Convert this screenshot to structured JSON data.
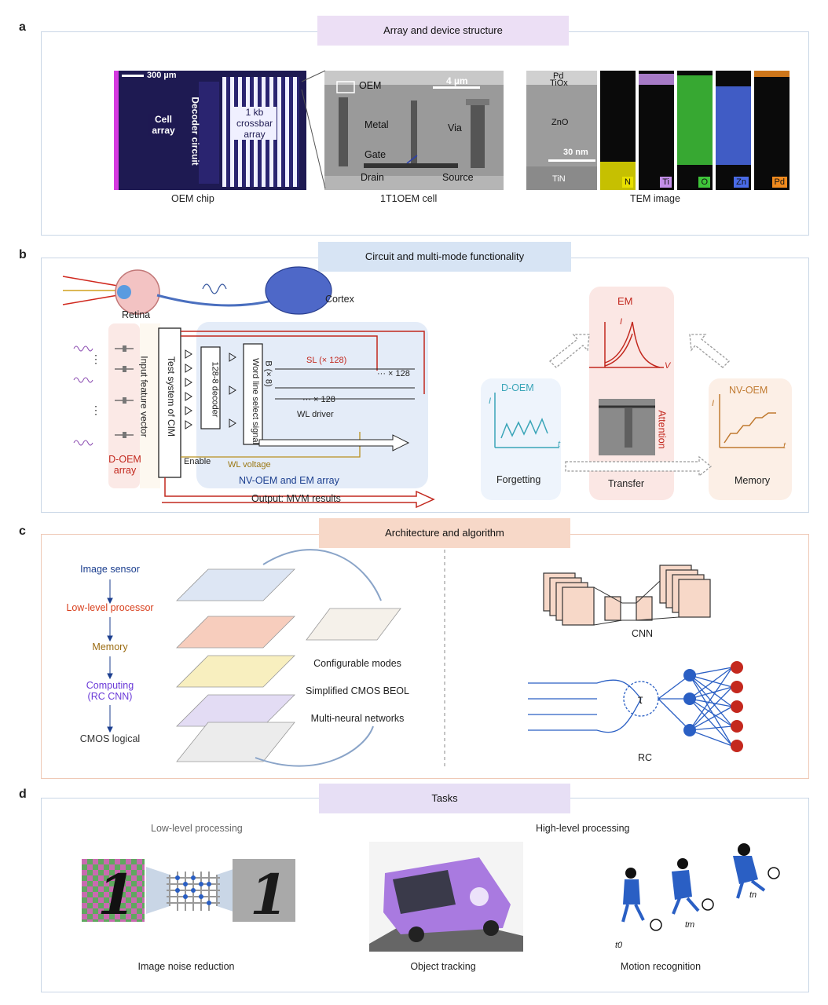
{
  "panels": {
    "a": {
      "letter": "a",
      "title": "Array and device structure",
      "chip": {
        "scale_bar": "300 µm",
        "cell_array": "Cell array",
        "decoder": "Decoder circuit",
        "crossbar": "1 kb crossbar array",
        "caption": "OEM chip"
      },
      "cell": {
        "scale_bar": "4 µm",
        "oem": "OEM",
        "metal": "Metal",
        "via": "Via",
        "gate": "Gate",
        "drain": "Drain",
        "source": "Source",
        "caption": "1T1OEM cell"
      },
      "tem": {
        "pd": "Pd",
        "tiox": "TiOx",
        "zno": "ZnO",
        "scale_bar": "30 nm",
        "tin": "TiN",
        "maps": [
          "N",
          "Ti",
          "O",
          "Zn",
          "Pd"
        ],
        "map_colors": [
          "#e8e000",
          "#c28ee8",
          "#3fc43a",
          "#4a6be6",
          "#f08a1e"
        ],
        "caption": "TEM image"
      }
    },
    "b": {
      "letter": "b",
      "title": "Circuit and multi-mode functionality",
      "retina": "Retina",
      "cortex": "Cortex",
      "input_vector": "Input feature vector",
      "test_system": "Test system of CIM",
      "decoder": "128-8 decoder",
      "word_line": "Word line select signal",
      "b8": "B (× 8)",
      "sl": "SL (× 128)",
      "x128_a": "··· × 128",
      "x128_b": "··· × 128",
      "wl_driver": "WL driver",
      "enable": "Enable",
      "wl_voltage": "WL voltage",
      "doem_array": "D-OEM array",
      "nv_array": "NV-OEM and EM array",
      "output": "Output: MVM results",
      "em": "EM",
      "doem": "D-OEM",
      "nvoem": "NV-OEM",
      "forgetting": "Forgetting",
      "transfer": "Transfer",
      "memory": "Memory",
      "attention": "Attention",
      "axis_i": "I",
      "axis_v": "V",
      "axis_t": "t"
    },
    "c": {
      "letter": "c",
      "title": "Architecture and algorithm",
      "stack": [
        {
          "text": "Image sensor",
          "color": "#1c3f8f"
        },
        {
          "text": "Low-level processor",
          "color": "#d8401e"
        },
        {
          "text": "Memory",
          "color": "#9a6a10"
        },
        {
          "text": "Computing\n(RC CNN)",
          "color": "#6a3ad8"
        },
        {
          "text": "CMOS logical",
          "color": "#333333"
        }
      ],
      "features": [
        "Configurable modes",
        "Simplified CMOS BEOL",
        "Multi-neural networks"
      ],
      "cnn": "CNN",
      "rc": "RC",
      "tau": "τ"
    },
    "d": {
      "letter": "d",
      "title": "Tasks",
      "low_level": "Low-level processing",
      "high_level": "High-level processing",
      "tasks": [
        "Image noise reduction",
        "Object tracking",
        "Motion recognition"
      ],
      "t0": "t0",
      "tm": "tm",
      "tn": "tn"
    }
  }
}
